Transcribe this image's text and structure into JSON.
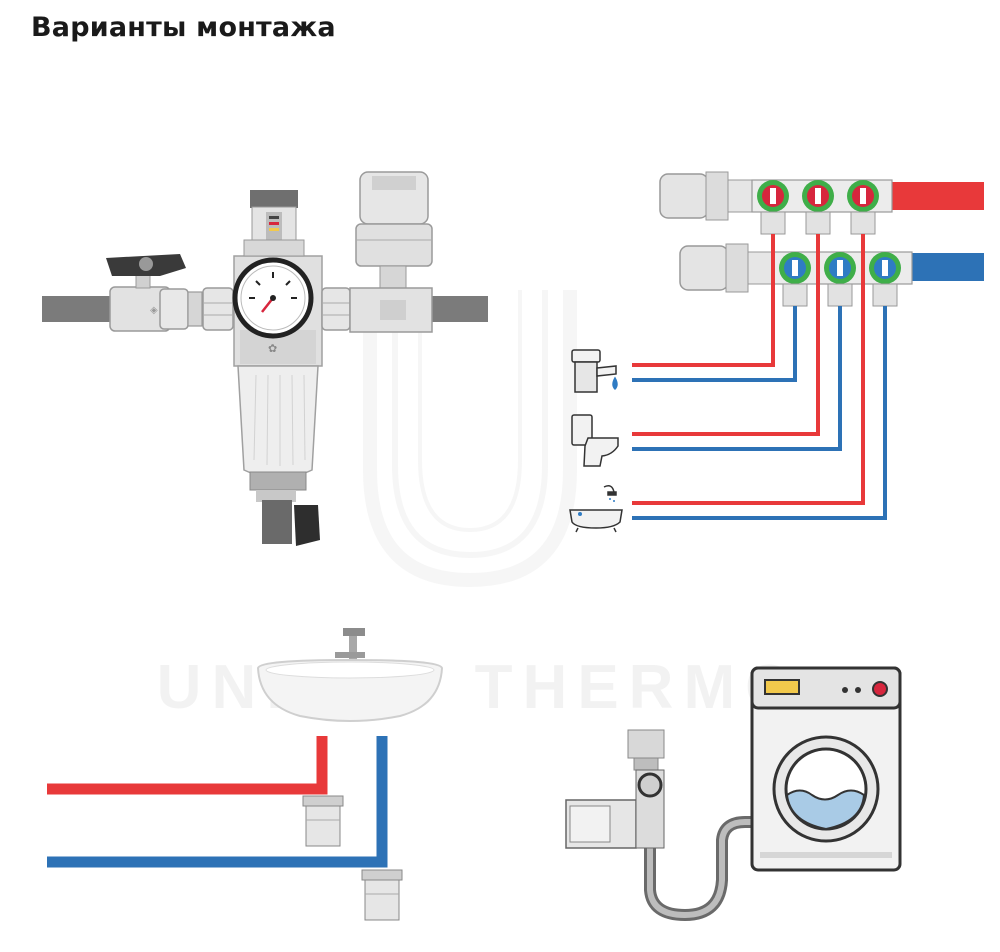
{
  "heading": "Варианты монтажа",
  "watermark": "UNITED THERMO",
  "colors": {
    "hot": "#e8393a",
    "cold": "#2d72b6",
    "metal": "#d9d9d9",
    "metal_dark": "#8c8c8c",
    "pipe_gray": "#7b7b7b",
    "valve_red": "#d7263d",
    "valve_blue": "#2f7cc4",
    "ring_green": "#3fae49",
    "handle_dark": "#3a3a3a",
    "appliance_line": "#333333",
    "washer_drum_water": "#a9cbe6",
    "washer_indicator": "#f2c94c"
  },
  "scenes": [
    {
      "id": "filter-main-line",
      "icons": [
        "ball-valve-icon",
        "pressure-gauge-icon",
        "filter-flask-icon",
        "pressure-reducer-icon"
      ]
    },
    {
      "id": "manifold-distribution",
      "icons": [
        "faucet-icon",
        "toilet-icon",
        "bathtub-icon"
      ]
    },
    {
      "id": "sink-connection",
      "icons": [
        "washbasin-icon"
      ]
    },
    {
      "id": "washing-machine-connection",
      "icons": [
        "washing-machine-icon"
      ]
    }
  ]
}
